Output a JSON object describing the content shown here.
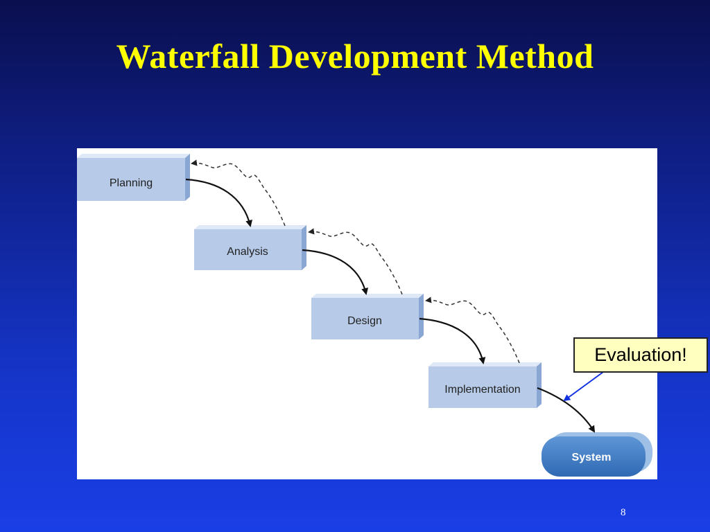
{
  "slide": {
    "title": "Waterfall Development Method",
    "page_number": "8"
  },
  "diagram": {
    "stages": [
      {
        "label": "Planning"
      },
      {
        "label": "Analysis"
      },
      {
        "label": "Design"
      },
      {
        "label": "Implementation"
      }
    ],
    "output": {
      "label": "System"
    },
    "callout": {
      "text": "Evaluation!"
    },
    "colors": {
      "box_front": "#b7cbe8",
      "box_top": "#dfe8f6",
      "box_side": "#8aa6d2",
      "system_fill": "#3d78c0",
      "callout_fill": "#ffffc0",
      "pointer": "#1030e0",
      "title": "#ffff00"
    }
  }
}
